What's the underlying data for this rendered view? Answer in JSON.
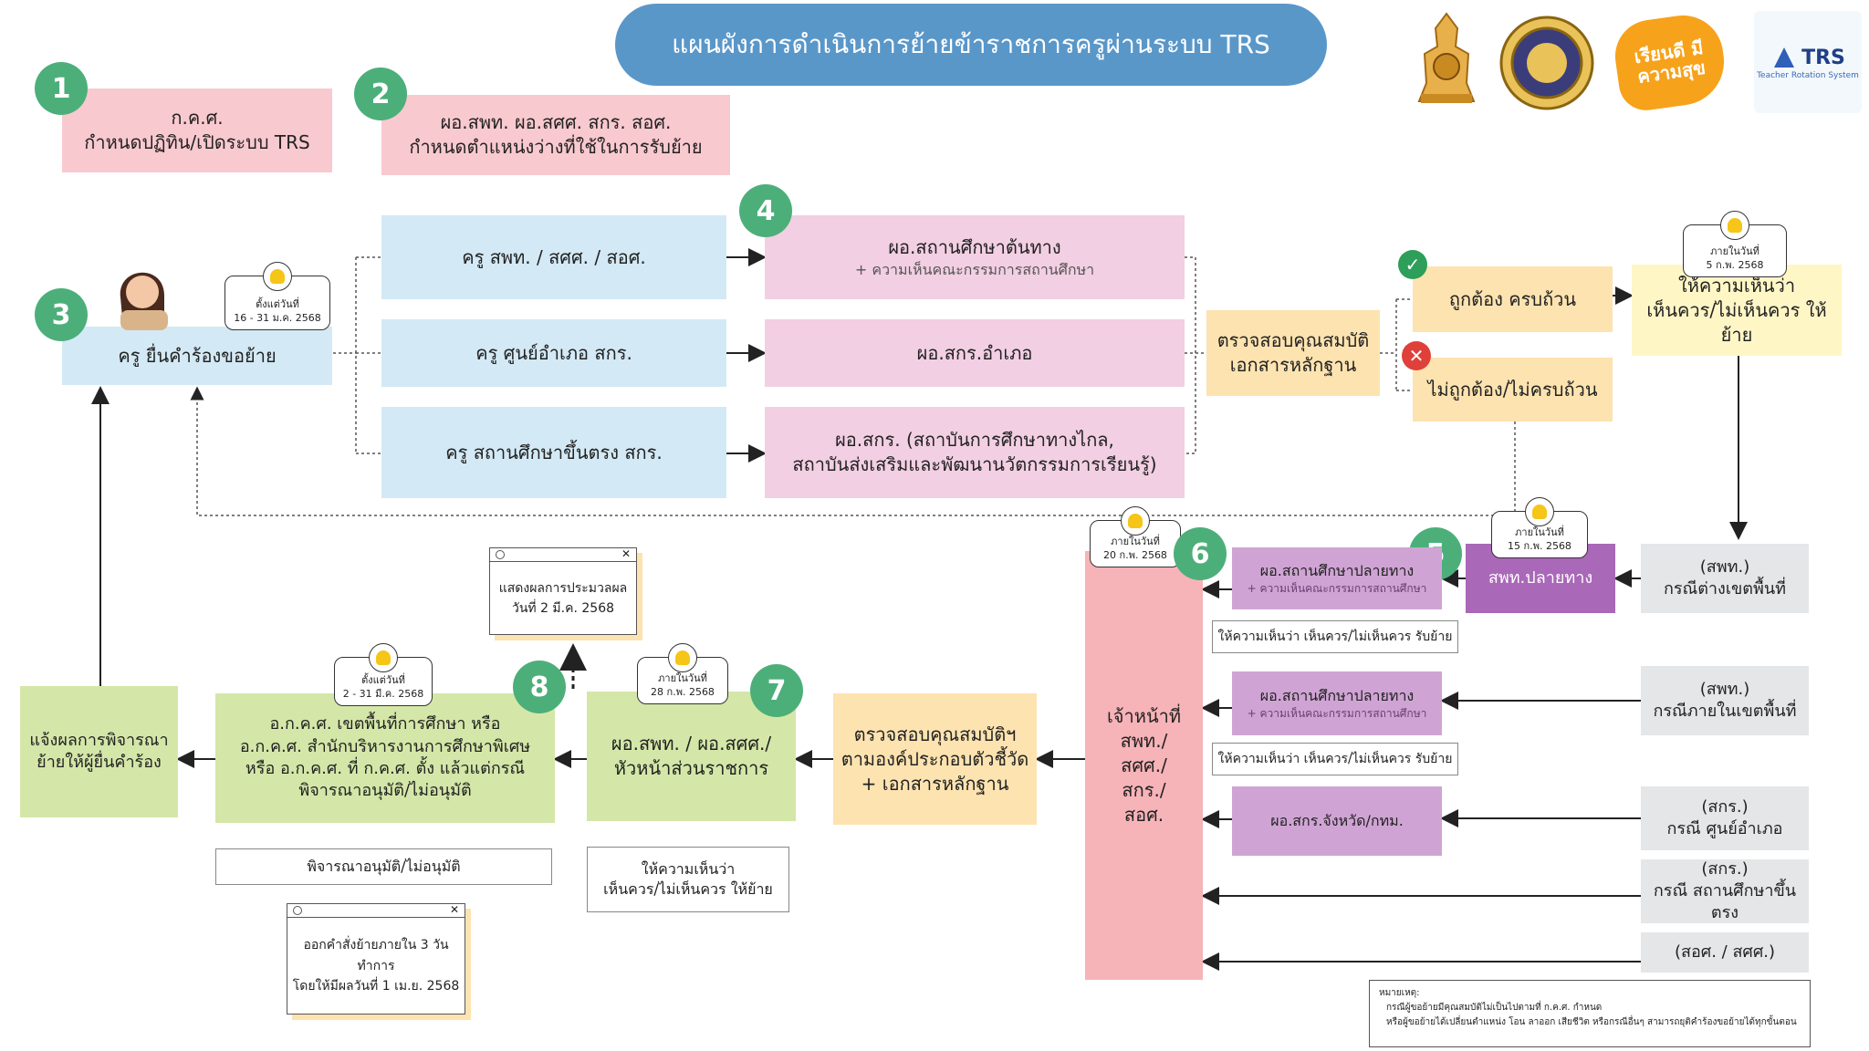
{
  "title": "แผนผังการดำเนินการย้ายข้าราชการครูผ่านระบบ TRS",
  "logos": {
    "fun_logo_text": "เรียนดี มีความสุข",
    "trs_text": "TRS",
    "trs_sub": "Teacher Rotation System"
  },
  "numbers": [
    "1",
    "2",
    "3",
    "4",
    "5",
    "6",
    "7",
    "8"
  ],
  "step1": {
    "line1": "ก.ค.ศ.",
    "line2": "กำหนดปฏิทิน/เปิดระบบ TRS"
  },
  "step2": {
    "line1": "ผอ.สพท. ผอ.สศศ. สกร. สอศ.",
    "line2": "กำหนดตำแหน่งว่างที่ใช้ในการรับย้าย"
  },
  "step3": {
    "label": "ครู ยื่นคำร้องขอย้าย",
    "bell1": "ตั้งแต่วันที่",
    "bell2": "16 - 31 ม.ค. 2568"
  },
  "teachers": {
    "a": "ครู สพท. / สศศ. / สอศ.",
    "b": "ครู ศูนย์อำเภอ สกร.",
    "c": "ครู สถานศึกษาขึ้นตรง สกร."
  },
  "directors": {
    "a1": "ผอ.สถานศึกษาต้นทาง",
    "a2": "+ ความเห็นคณะกรรมการสถานศึกษา",
    "b": "ผอ.สกร.อำเภอ",
    "c1": "ผอ.สกร. (สถาบันการศึกษาทางไกล,",
    "c2": "สถาบันส่งเสริมและพัฒนานวัตกรรมการเรียนรู้)"
  },
  "verify": {
    "line1": "ตรวจสอบคุณสมบัติ",
    "line2": "เอกสารหลักฐาน"
  },
  "correct": "ถูกต้อง ครบถ้วน",
  "incorrect": "ไม่ถูกต้อง/ไม่ครบถ้วน",
  "opinion_top": {
    "line1": "ให้ความเห็นว่า",
    "line2": "เห็นควร/ไม่เห็นควร ให้ย้าย",
    "bell1": "ภายในวันที่",
    "bell2": "5 ก.พ. 2568"
  },
  "area_out": {
    "line1": "(สพท.)",
    "line2": "กรณีต่างเขตพื้นที่"
  },
  "area_in": {
    "line1": "(สพท.)",
    "line2": "กรณีภายในเขตพื้นที่"
  },
  "sgr_district": {
    "line1": "(สกร.)",
    "line2": "กรณี ศูนย์อำเภอ"
  },
  "sgr_direct": {
    "line1": "(สกร.)",
    "line2": "กรณี สถานศึกษาขึ้นตรง"
  },
  "sos": "(สอศ. / สศศ.)",
  "dest_office": {
    "label": "สพท.ปลายทาง",
    "bell1": "ภายในวันที่",
    "bell2": "15 ก.พ. 2568"
  },
  "dest_school1": {
    "line1": "ผอ.สถานศึกษาปลายทาง",
    "line2": "+ ความเห็นคณะกรรมการสถานศึกษา"
  },
  "dest_school2": {
    "line1": "ผอ.สถานศึกษาปลายทาง",
    "line2": "+ ความเห็นคณะกรรมการสถานศึกษา"
  },
  "dest_opinion1": "ให้ความเห็นว่า เห็นควร/ไม่เห็นควร รับย้าย",
  "dest_opinion2": "ให้ความเห็นว่า เห็นควร/ไม่เห็นควร รับย้าย",
  "sgr_province": "ผอ.สกร.จังหวัด/กทม.",
  "officer": {
    "l1": "เจ้าหน้าที่",
    "l2": "สพท./",
    "l3": "สศศ./",
    "l4": "สกร./",
    "l5": "สอศ.",
    "bell1": "ภายในวันที่",
    "bell2": "20 ก.พ. 2568"
  },
  "verify2": {
    "l1": "ตรวจสอบคุณสมบัติฯ",
    "l2": "ตามองค์ประกอบตัวชี้วัด",
    "l3": "+ เอกสารหลักฐาน"
  },
  "step7": {
    "l1": "ผอ.สพท. / ผอ.สศศ./",
    "l2": "หัวหน้าส่วนราชการ",
    "bell1": "ภายในวันที่",
    "bell2": "28 ก.พ. 2568",
    "op1": "ให้ความเห็นว่า",
    "op2": "เห็นควร/ไม่เห็นควร ให้ย้าย"
  },
  "result_note": {
    "l1": "แสดงผลการประมวลผล",
    "l2": "วันที่ 2 มี.ค. 2568"
  },
  "step8": {
    "l1": "อ.ก.ค.ศ. เขตพื้นที่การศึกษา หรือ",
    "l2": "อ.ก.ค.ศ. สำนักบริหารงานการศึกษาพิเศษ",
    "l3": "หรือ อ.ก.ค.ศ. ที่ ก.ค.ศ. ตั้ง แล้วแต่กรณี",
    "l4": "พิจารณาอนุมัติ/ไม่อนุมัติ",
    "bell1": "ตั้งแต่วันที่",
    "bell2": "2 - 31 มี.ค. 2568",
    "approve": "พิจารณาอนุมัติ/ไม่อนุมัติ"
  },
  "order_note": {
    "l1": "ออกคำสั่งย้ายภายใน 3 วันทำการ",
    "l2": "โดยให้มีผลวันที่ 1 เม.ย. 2568"
  },
  "notify": {
    "l1": "แจ้งผลการพิจารณา",
    "l2": "ย้ายให้ผู้ยื่นคำร้อง"
  },
  "remark": {
    "head": "หมายเหตุ:",
    "l1": "กรณีผู้ขอย้ายมีคุณสมบัติไม่เป็นไปตามที่ ก.ค.ศ. กำหนด",
    "l2": "หรือผู้ขอย้ายได้เปลี่ยนตำแหน่ง โอน ลาออก เสียชีวิต หรือกรณีอื่นๆ สามารถยุติคำร้องขอย้ายได้ทุกขั้นตอน"
  },
  "colors": {
    "green": "#4caf7a",
    "title": "#5a97c9",
    "pink": "#f8c9cf",
    "blue": "#d3e9f5",
    "orange": "#fde3b0",
    "green_box": "#d4e7a8",
    "purple": "#a968b8"
  }
}
